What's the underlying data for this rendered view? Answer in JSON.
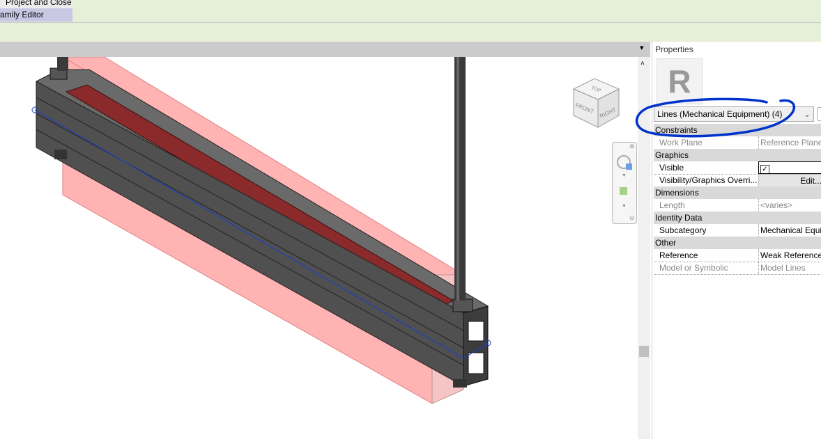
{
  "ribbon": {
    "menu_items": [
      "Project and Close",
      "amily Editor"
    ]
  },
  "properties": {
    "title": "Properties",
    "type_selector": "Lines (Mechanical Equipment) (4)",
    "sections": [
      {
        "name": "Constraints",
        "rows": [
          {
            "label": "Work Plane",
            "value": "Reference Plane",
            "readonly": true
          }
        ]
      },
      {
        "name": "Graphics",
        "rows": [
          {
            "label": "Visible",
            "value": "checked",
            "type": "checkbox"
          },
          {
            "label": "Visibility/Graphics Overri...",
            "value": "Edit...",
            "type": "button"
          }
        ]
      },
      {
        "name": "Dimensions",
        "rows": [
          {
            "label": "Length",
            "value": "<varies>",
            "readonly": true
          }
        ]
      },
      {
        "name": "Identity Data",
        "rows": [
          {
            "label": "Subcategory",
            "value": "Mechanical Equip"
          }
        ]
      },
      {
        "name": "Other",
        "rows": [
          {
            "label": "Reference",
            "value": "Weak Reference"
          },
          {
            "label": "Model or Symbolic",
            "value": "Model Lines",
            "readonly": true
          }
        ]
      }
    ]
  },
  "viewcube": {
    "top": "TOP",
    "front": "FRONT",
    "right": "RIGHT"
  },
  "colors": {
    "ribbon_bg": "#e6efd8",
    "selected_menu": "#c8c8e4",
    "annotation": "#0033cc",
    "pink_box": "#ffb3b3"
  }
}
